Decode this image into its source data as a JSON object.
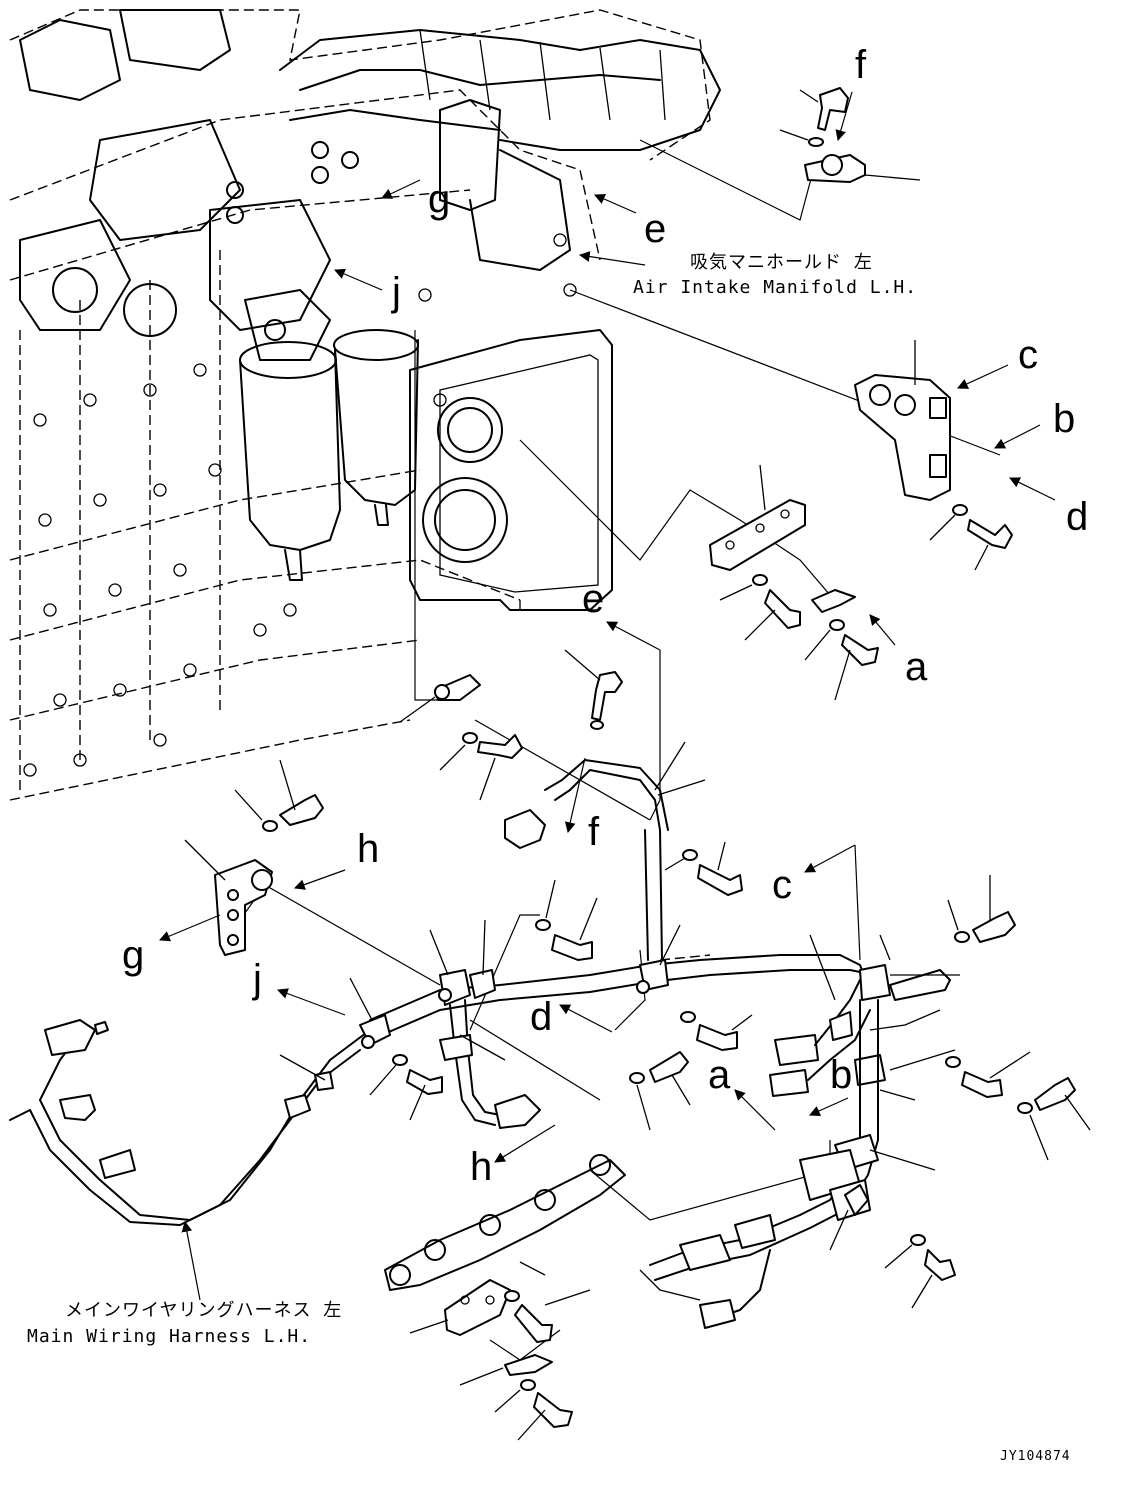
{
  "labels": {
    "intake_manifold_ja": "吸気マニホールド 左",
    "intake_manifold_en": "Air Intake Manifold L.H.",
    "harness_ja": "メインワイヤリングハーネス 左",
    "harness_en": "Main Wiring Harness L.H.",
    "drawing_code": "JY104874"
  },
  "refs": {
    "f": "f",
    "g": "g",
    "e": "e",
    "j": "j",
    "c": "c",
    "b": "b",
    "d": "d",
    "a": "a",
    "h": "h"
  }
}
